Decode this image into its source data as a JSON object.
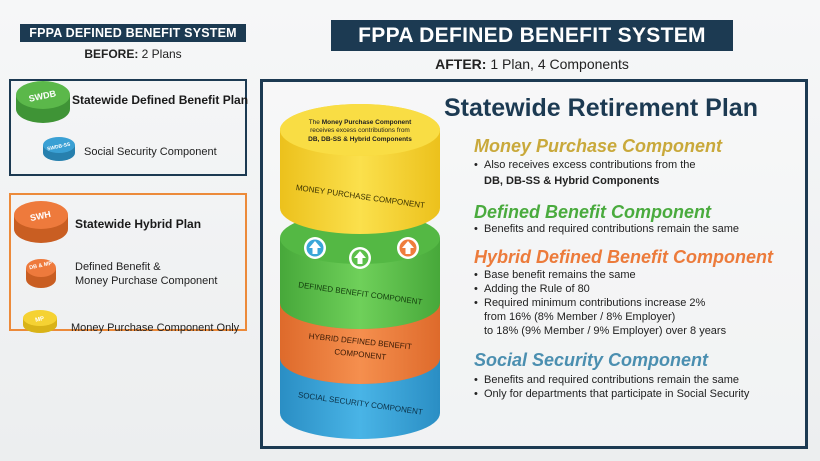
{
  "header": {
    "before_title": "FPPA DEFINED BENEFIT SYSTEM",
    "before_label": "BEFORE:",
    "before_value": "2 Plans",
    "after_title": "FPPA DEFINED BENEFIT SYSTEM",
    "after_label": "AFTER:",
    "after_value": "1 Plan, 4 Components"
  },
  "before": {
    "swdb": {
      "badge": "SWDB",
      "label": "Statewide Defined Benefit Plan",
      "color": "#5bb84a"
    },
    "swdb_ss": {
      "badge": "SWDB-SS",
      "label": "Social Security Component",
      "color": "#3aa0d4"
    },
    "swh": {
      "badge": "SWH",
      "label": "Statewide Hybrid Plan",
      "color": "#ee7a3c"
    },
    "dbmp": {
      "badge": "DB & MP",
      "label_line1": "Defined Benefit &",
      "label_line2": "Money Purchase Component",
      "color": "#ee7a3c"
    },
    "mp": {
      "badge": "MP",
      "label": "Money Purchase Component Only",
      "color": "#f5d233"
    }
  },
  "stack": {
    "top_note_pre": "The",
    "top_note_bold": "Money Purchase Component",
    "top_note_line2": "receives excess contributions from",
    "top_note_line3": "DB, DB-SS & Hybrid Components",
    "layer_mp": "MONEY PURCHASE COMPONENT",
    "layer_db": "DEFINED BENEFIT COMPONENT",
    "layer_hybrid_1": "HYBRID DEFINED BENEFIT",
    "layer_hybrid_2": "COMPONENT",
    "layer_ss": "SOCIAL SECURITY COMPONENT",
    "colors": {
      "yellow": "#f7d330",
      "green": "#5cbf4a",
      "orange": "#ef7d3d",
      "blue": "#3aa6d8"
    }
  },
  "plan": {
    "title": "Statewide Retirement Plan",
    "sections": [
      {
        "heading": "Money Purchase Component",
        "color": "#c9a93b",
        "bullets": [
          "Also receives excess contributions from the"
        ],
        "bold_line": "DB, DB-SS & Hybrid Components"
      },
      {
        "heading": "Defined Benefit Component",
        "color": "#4aab3e",
        "bullets": [
          "Benefits and required contributions remain the same"
        ]
      },
      {
        "heading": "Hybrid Defined Benefit Component",
        "color": "#ec7b3b",
        "bullets": [
          "Base benefit remains the same",
          "Adding the Rule of 80",
          "Required minimum contributions increase 2%"
        ],
        "cont": [
          "from 16% (8% Member / 8% Employer)",
          "to 18% (9% Member / 9% Employer) over 8 years"
        ]
      },
      {
        "heading": "Social Security Component",
        "color": "#4b8fb0",
        "bullets": [
          "Benefits and required contributions remain the same",
          "Only for departments that participate in Social Security"
        ]
      }
    ]
  }
}
